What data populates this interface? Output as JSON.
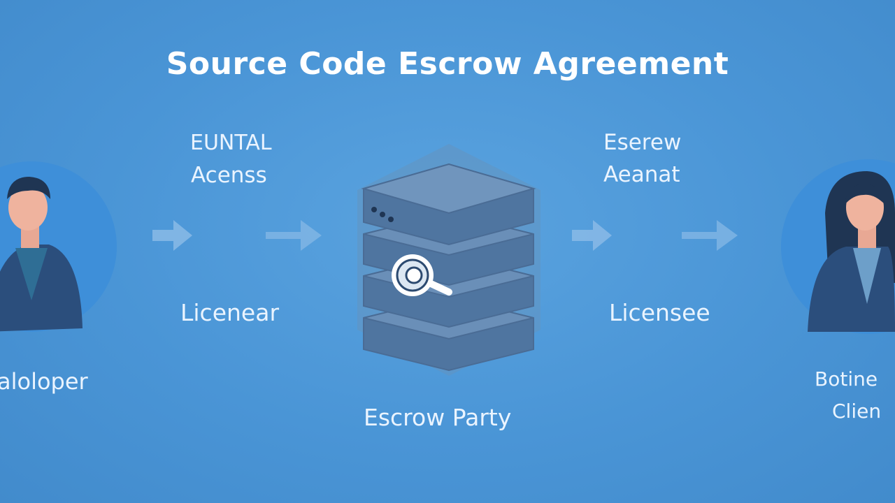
{
  "title": "Source Code Escrow Agreement",
  "left_labels": {
    "line1": "EUNTAL",
    "line2": "Acenss"
  },
  "right_labels": {
    "line1": "Eserew",
    "line2": "Aeanat"
  },
  "licensor_label": "Licenear",
  "licensee_label": "Licensee",
  "developer_label": "aloloper",
  "client_label": {
    "line1": "Botine",
    "line2": "Clien"
  },
  "escrow_label": "Escrow Party",
  "colors": {
    "background": "#4a95d6",
    "circle": "#3f8fd8",
    "server": "#5a7fa8",
    "text": "#ffffff"
  }
}
